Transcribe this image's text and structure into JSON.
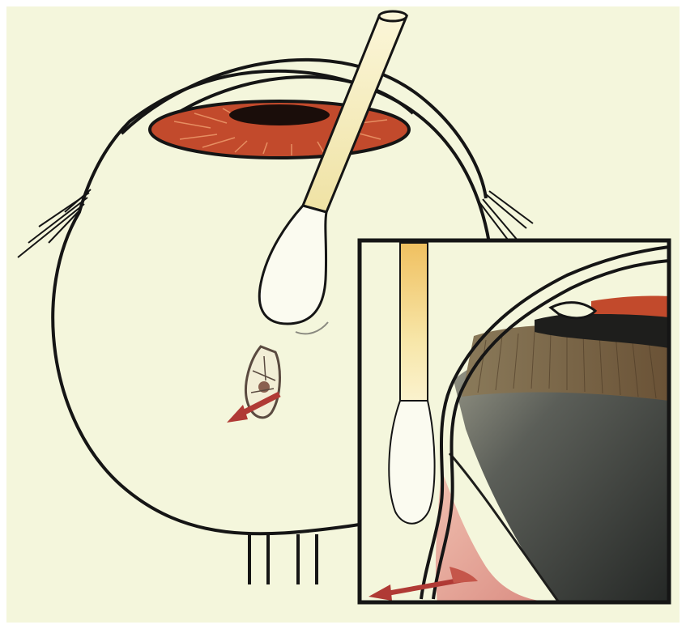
{
  "figure": {
    "background_color": "#f4f6dc",
    "outline_color": "#151515",
    "iris_color": "#c24a2c",
    "iris_streak_color": "#f0a070",
    "arrow_color": "#b03a35",
    "swab_stick_color": "#f2e7b4",
    "inset_pink_color": "#e8a898",
    "inset_dark_color": "#3a3d38"
  },
  "elements": {
    "eyeball": "eyeball",
    "iris": "iris",
    "pupil": "pupil",
    "cotton_swab": "cotton-swab",
    "retinal_tear": "retinal-tear",
    "arrow": "arrow",
    "inset": "inset-detail",
    "optic_nerve": "optic-nerve"
  }
}
